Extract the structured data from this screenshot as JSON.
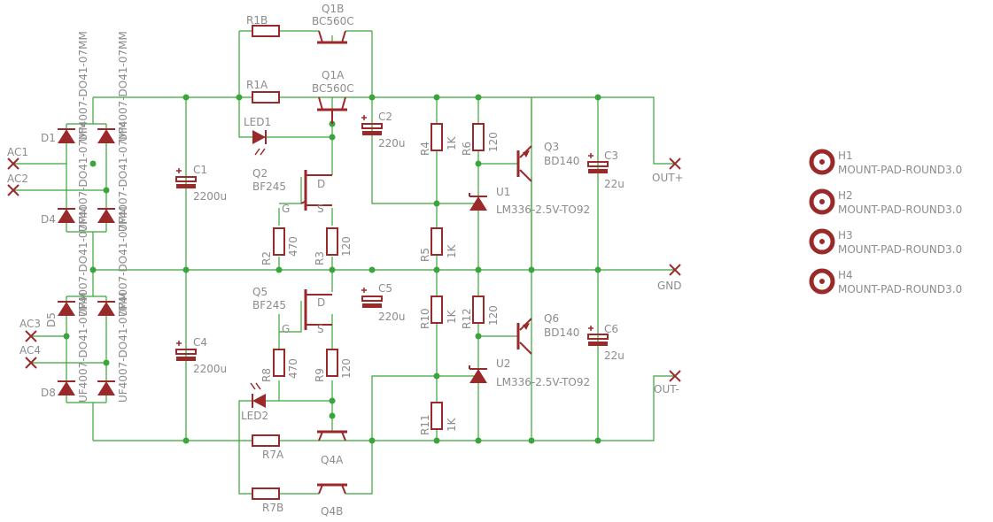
{
  "colors": {
    "wire": "#3aa53a",
    "part": "#9a2a2a",
    "label": "#8c8c8c",
    "background": "#ffffff"
  },
  "labels": {
    "R1B": "R1B",
    "Q1B": "Q1B",
    "BC560C_1": "BC560C",
    "R1A": "R1A",
    "Q1A": "Q1A",
    "BC560C_2": "BC560C",
    "LED1": "LED1",
    "Q2": "Q2",
    "BF245_1": "BF245",
    "D_1": "D",
    "G_1": "G",
    "S_1": "S",
    "R2": "R2",
    "R2v": "470",
    "R3": "R3",
    "R3v": "120",
    "C1": "C1",
    "C1v": "2200u",
    "C2": "C2",
    "C2v": "220u",
    "R4": "R4",
    "R4v": "1K",
    "R6": "R6",
    "R6v": "120",
    "Q3": "Q3",
    "BD140_1": "BD140",
    "C3": "C3",
    "C3v": "22u",
    "U1": "U1",
    "U1v": "LM336-2.5V-TO92",
    "R5": "R5",
    "R5v": "1K",
    "GND": "GND",
    "OUTP": "OUT+",
    "OUTM": "OUT-",
    "AC1": "AC1",
    "AC2": "AC2",
    "AC3": "AC3",
    "AC4": "AC4",
    "D1": "D1",
    "D4": "D4",
    "D5": "D5",
    "D8": "D8",
    "diodeA": "UF4007-DO41-07MM",
    "diodeB": "UF4007-DO41-07MM",
    "diodeC": "UF4007-DO41-07MM",
    "diodeD": "UF4007-DO41-07MM",
    "diodeE": "UF4007-DO41-07MM",
    "diodeF": "UF4007-DO41-07MM",
    "diodeG": "UF4007-DO41-07MM",
    "diodeH": "UF4007-DO41-07MM",
    "Q5": "Q5",
    "BF245_2": "BF245",
    "D_2": "D",
    "G_2": "G",
    "S_2": "S",
    "C5": "C5",
    "C5v": "220u",
    "R10": "R10",
    "R10v": "1K",
    "R12": "R12",
    "R12v": "120",
    "Q6": "Q6",
    "BD140_2": "BD140",
    "C6": "C6",
    "C6v": "22u",
    "C4": "C4",
    "C4v": "2200u",
    "R8": "R8",
    "R8v": "470",
    "R9": "R9",
    "R9v": "120",
    "U2": "U2",
    "U2v": "LM336-2.5V-TO92",
    "LED2": "LED2",
    "R11": "R11",
    "R11v": "1K",
    "R7A": "R7A",
    "Q4A": "Q4A",
    "R7B": "R7B",
    "Q4B": "Q4B",
    "H1": "H1",
    "H2": "H2",
    "H3": "H3",
    "H4": "H4",
    "H1v": "MOUNT-PAD-ROUND3.0",
    "H2v": "MOUNT-PAD-ROUND3.0",
    "H3v": "MOUNT-PAD-ROUND3.0",
    "H4v": "MOUNT-PAD-ROUND3.0"
  }
}
